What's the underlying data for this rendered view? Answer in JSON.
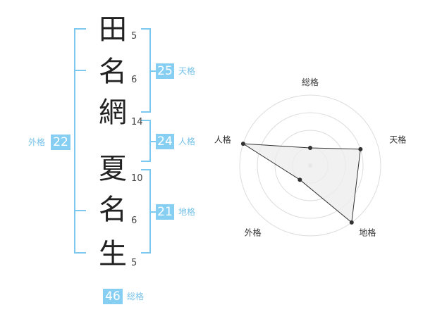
{
  "name": {
    "chars": [
      {
        "char": "田",
        "strokes": "5"
      },
      {
        "char": "名",
        "strokes": "6"
      },
      {
        "char": "網",
        "strokes": "14"
      },
      {
        "char": "夏",
        "strokes": "10"
      },
      {
        "char": "名",
        "strokes": "6"
      },
      {
        "char": "生",
        "strokes": "5"
      }
    ]
  },
  "fortunes": {
    "tenkaku": {
      "value": "25",
      "label": "天格"
    },
    "jinkaku": {
      "value": "24",
      "label": "人格"
    },
    "chikaku": {
      "value": "21",
      "label": "地格"
    },
    "gaikaku": {
      "value": "22",
      "label": "外格"
    },
    "soukaku": {
      "value": "46",
      "label": "総格"
    }
  },
  "colors": {
    "accent": "#86cff3",
    "bracket": "#7cc8ef",
    "fill": "#eeeeee",
    "line": "#333333"
  },
  "chart_data": {
    "type": "radar",
    "axes": [
      "総格",
      "天格",
      "地格",
      "外格",
      "人格"
    ],
    "rings": 4,
    "range": [
      0,
      4
    ],
    "values": [
      1,
      3,
      4,
      1,
      4
    ]
  }
}
